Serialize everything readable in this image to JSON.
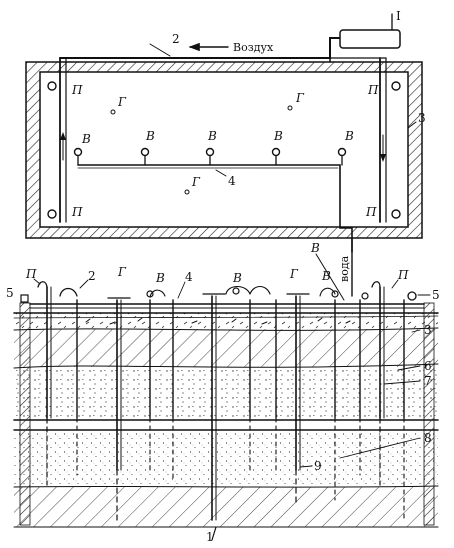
{
  "plan": {
    "marker_I": "I",
    "label_2": "2",
    "air_caption": "Воздух",
    "label_3": "3",
    "label_4": "4",
    "letters_P": [
      "П",
      "П",
      "П",
      "П"
    ],
    "letters_G": [
      "Г",
      "Г",
      "Г"
    ],
    "letters_V": [
      "В",
      "В",
      "В",
      "В",
      "В",
      "В"
    ],
    "water_caption": "вода"
  },
  "section": {
    "top_letters": [
      "П",
      "2",
      "Г",
      "В",
      "4",
      "В",
      "Г",
      "В",
      "П",
      "5",
      "5"
    ],
    "right_numbers": [
      "3",
      "6",
      "7",
      "8",
      "9"
    ],
    "bottom_mark": "1"
  }
}
